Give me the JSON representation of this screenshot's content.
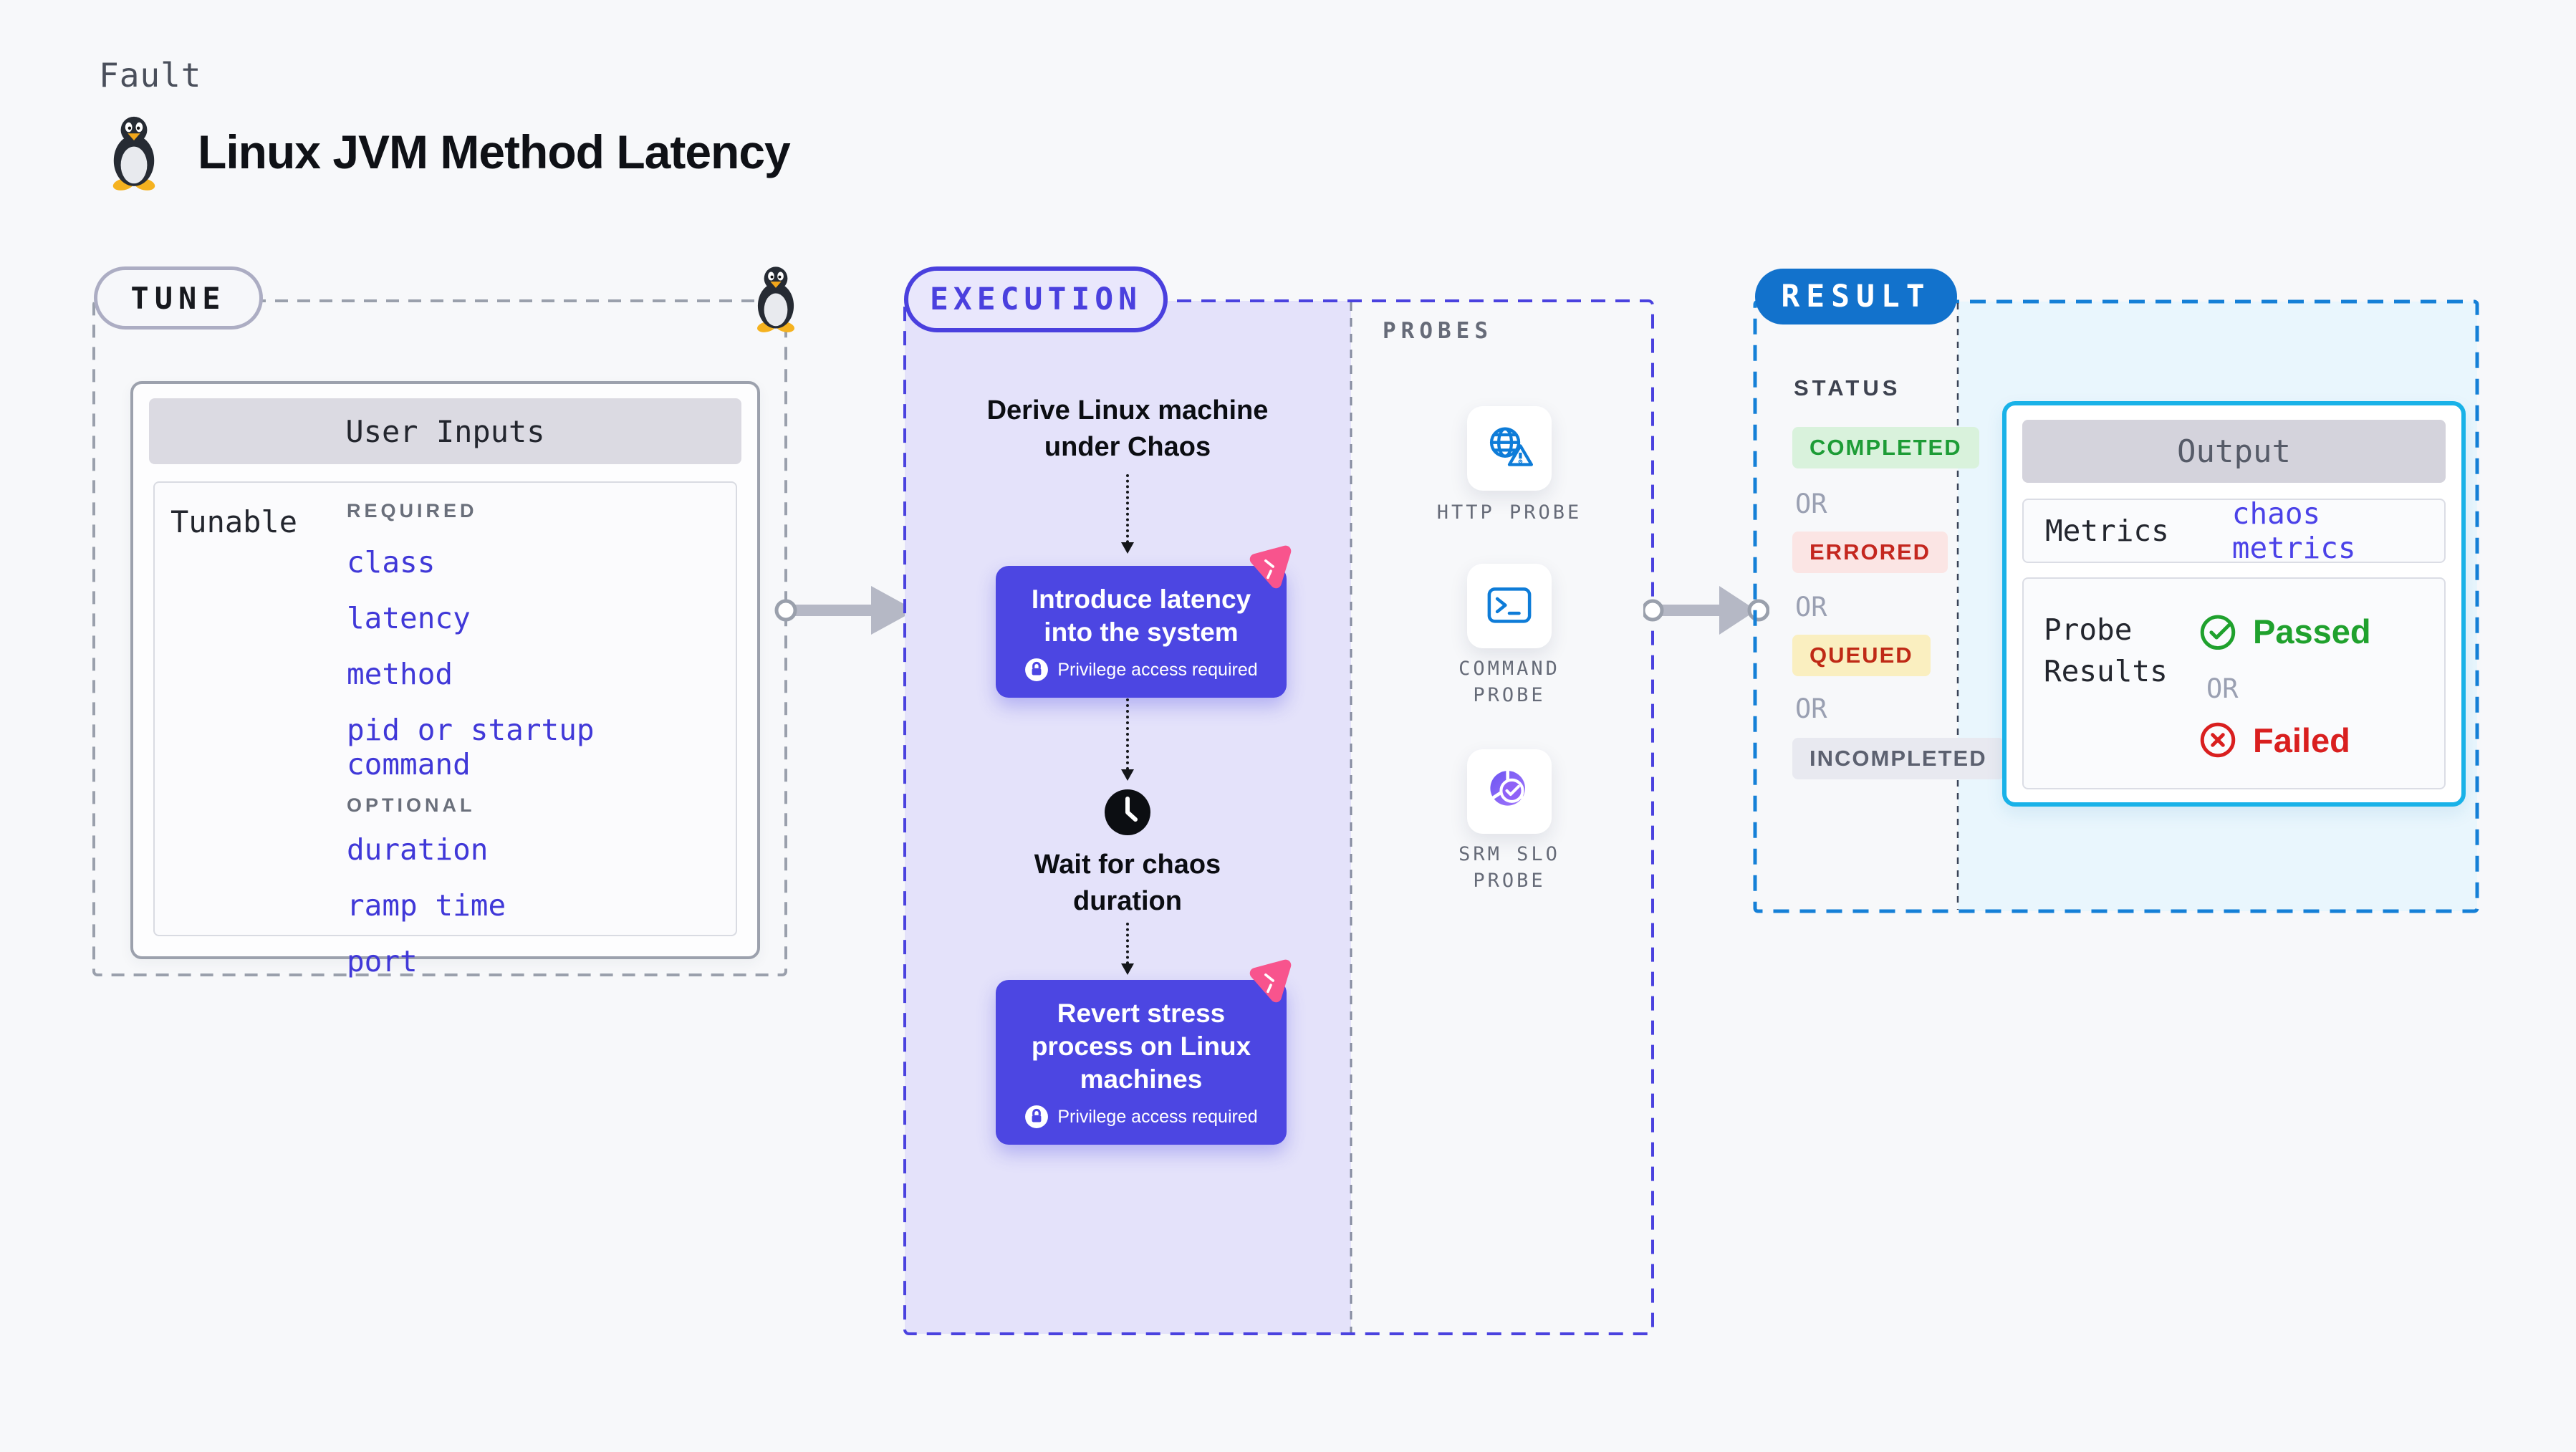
{
  "page": {
    "kicker": "Fault",
    "title": "Linux JVM Method Latency"
  },
  "tune": {
    "pill_label": "TUNE",
    "card_title": "User Inputs",
    "row_label": "Tunable",
    "required_label": "REQUIRED",
    "required_items": [
      "class",
      "latency",
      "method",
      "pid or startup command"
    ],
    "optional_label": "OPTIONAL",
    "optional_items": [
      "duration",
      "ramp time",
      "port"
    ]
  },
  "execution": {
    "pill_label": "EXECUTION",
    "step_derive": "Derive Linux machine under Chaos",
    "node_introduce": {
      "title": "Introduce latency into the system",
      "badge": "Privilege access required"
    },
    "step_wait": "Wait for chaos duration",
    "node_revert": {
      "title": "Revert stress process on Linux machines",
      "badge": "Privilege access required"
    }
  },
  "probes": {
    "section_label": "PROBES",
    "items": [
      {
        "label": "HTTP PROBE",
        "icon": "globe-alert-icon"
      },
      {
        "label": "COMMAND PROBE",
        "icon": "terminal-icon"
      },
      {
        "label": "SRM SLO PROBE",
        "icon": "slo-check-icon"
      }
    ]
  },
  "result": {
    "pill_label": "RESULT",
    "status_label": "STATUS",
    "or_label": "OR",
    "statuses": [
      {
        "label": "COMPLETED",
        "bg": "#D9F2DC",
        "fg": "#1D9C36"
      },
      {
        "label": "ERRORED",
        "bg": "#FBE5E4",
        "fg": "#C4271F"
      },
      {
        "label": "QUEUED",
        "bg": "#FAEFC0",
        "fg": "#BF2A16"
      },
      {
        "label": "INCOMPLETED",
        "bg": "#E8E9F0",
        "fg": "#5C6170"
      }
    ],
    "output": {
      "title": "Output",
      "metrics_label": "Metrics",
      "metrics_value": "chaos metrics",
      "probe_results_label": "Probe Results",
      "passed_label": "Passed",
      "or_label": "OR",
      "failed_label": "Failed"
    }
  },
  "colors": {
    "execution_accent": "#4A40DE",
    "node_fill": "#4C46E2",
    "tunable_link": "#4038D8",
    "result_accent": "#1272CC",
    "result_border": "#1580D7",
    "output_border": "#19B2E8",
    "probe_icon_blue": "#0E7CD8",
    "chaos_pink": "#F8548D",
    "passed_green": "#1FA12D",
    "failed_red": "#D91F1F"
  }
}
